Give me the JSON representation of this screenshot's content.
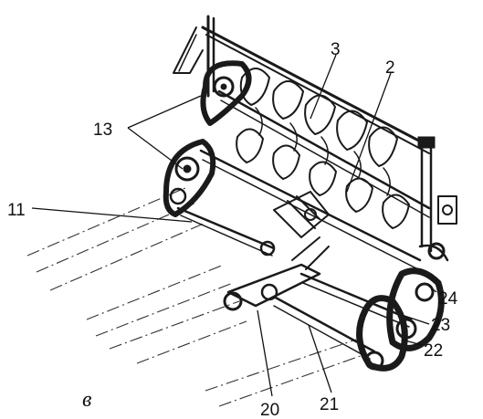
{
  "figure": {
    "caption": "в",
    "labels": [
      {
        "id": "label-3",
        "text": "3"
      },
      {
        "id": "label-2",
        "text": "2"
      },
      {
        "id": "label-13",
        "text": "13"
      },
      {
        "id": "label-11",
        "text": "11"
      },
      {
        "id": "label-24",
        "text": "24"
      },
      {
        "id": "label-23",
        "text": "23"
      },
      {
        "id": "label-22",
        "text": "22"
      },
      {
        "id": "label-20",
        "text": "20"
      },
      {
        "id": "label-21",
        "text": "21"
      }
    ]
  }
}
